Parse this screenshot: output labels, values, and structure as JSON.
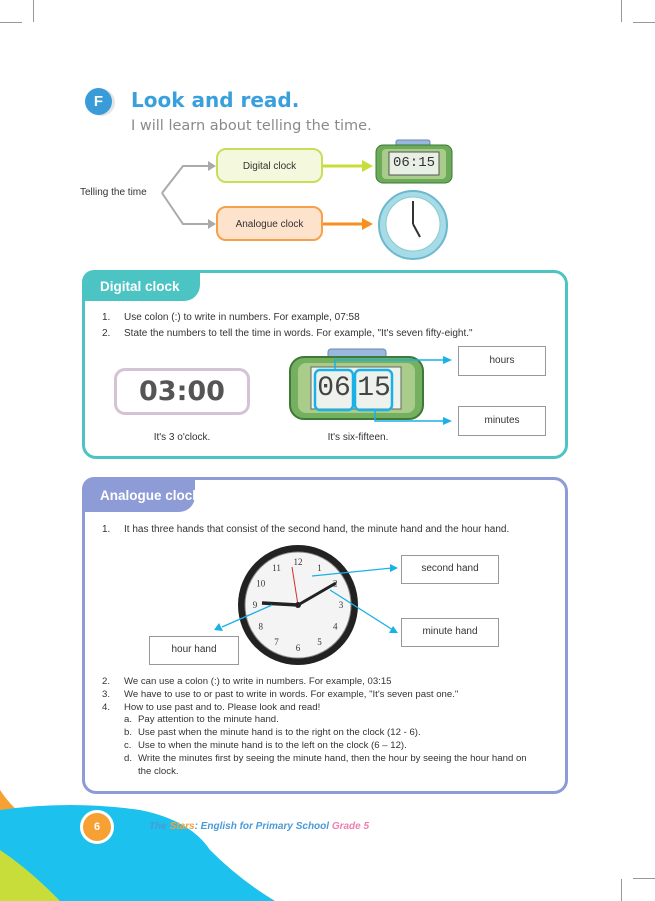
{
  "header": {
    "badge": "F",
    "title": "Look and read.",
    "subtitle": "I will learn about telling the time."
  },
  "diagram": {
    "root": "Telling the time",
    "digital": "Digital clock",
    "analogue": "Analogue clock",
    "digital_display": "06:15"
  },
  "digital_section": {
    "heading": "Digital clock",
    "items": [
      {
        "num": "1.",
        "text": "Use colon (:) to write in numbers. For example, 07:58"
      },
      {
        "num": "2.",
        "text": "State the numbers to tell the time in words. For example, \"It's seven fifty-eight.\""
      }
    ],
    "example_time": "03:00",
    "example_caption": "It's 3 o'clock.",
    "clock_hours": "06",
    "clock_minutes": "15",
    "clock_caption": "It's six-fifteen.",
    "label_hours": "hours",
    "label_minutes": "minutes"
  },
  "analogue_section": {
    "heading": "Analogue clock",
    "item1": {
      "num": "1.",
      "text": "It has three hands that consist of the second hand, the minute hand and the hour hand."
    },
    "label_second": "second hand",
    "label_minute": "minute hand",
    "label_hour": "hour hand",
    "items": [
      {
        "num": "2.",
        "text": "We can use a colon (:) to write in numbers. For example, 03:15"
      },
      {
        "num": "3.",
        "text": "We have to use to or past to write in words. For example, \"It's seven past one.\""
      },
      {
        "num": "4.",
        "text": "How to use past and to. Please look and read!"
      }
    ],
    "subitems": [
      {
        "num": "a.",
        "text": "Pay attention to the minute hand."
      },
      {
        "num": "b.",
        "text": "Use past when the minute hand is to the right on the clock (12 - 6)."
      },
      {
        "num": "c.",
        "text": "Use to when the minute hand is to the left on the clock (6 – 12)."
      },
      {
        "num": "d.",
        "text": "Write the minutes first by seeing the minute hand, then the hour by seeing the hour hand on the clock."
      }
    ],
    "clock_numbers": [
      "12",
      "1",
      "2",
      "3",
      "4",
      "5",
      "6",
      "7",
      "8",
      "9",
      "10",
      "11"
    ]
  },
  "footer": {
    "page": "6",
    "the": "The ",
    "stars": "Stars",
    "rest": ": English for Primary School ",
    "grade": "Grade 5"
  },
  "colors": {
    "blue": "#3aa0dd",
    "teal": "#4cc4c4",
    "lavender": "#8d9bd6",
    "orange": "#f7a034",
    "green": "#c8dd5a"
  }
}
